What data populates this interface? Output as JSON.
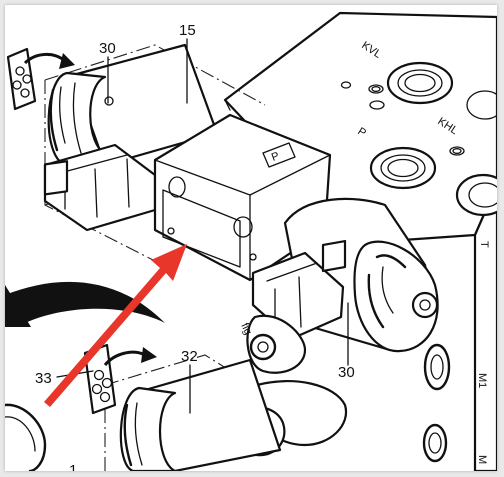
{
  "diagram": {
    "callouts": {
      "c15": "15",
      "c30_top": "30",
      "c30_bottom": "30",
      "c32": "32",
      "c33": "33",
      "c_partial": "1"
    },
    "stamps": {
      "kvl": "KVL",
      "khl": "KHL",
      "p": "P",
      "t": "T",
      "m1": "M1",
      "m_partial": "M",
      "port_mark": "P",
      "fig": "fig"
    },
    "colors": {
      "arrow": "#e8362a",
      "line": "#111111",
      "background": "#ffffff"
    }
  }
}
